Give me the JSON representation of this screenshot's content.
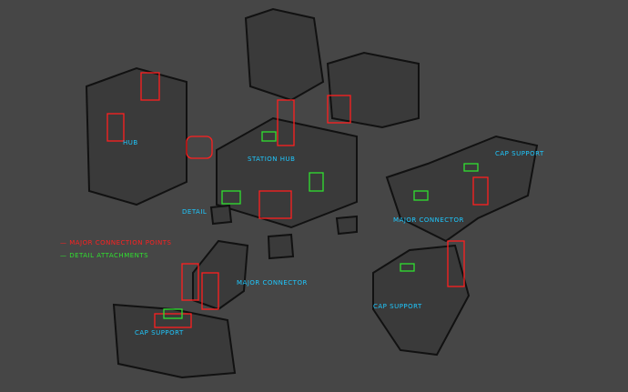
{
  "legend": {
    "major": "— MAJOR CONNECTION POINTS",
    "detail": "— DETAIL ATTACHMENTS"
  },
  "labels": {
    "hub": "HUB",
    "station_hub": "STATION HUB",
    "detail": "DETAIL",
    "major_connector_right": "MAJOR CONNECTOR",
    "major_connector_center": "MAJOR CONNECTOR",
    "cap_support_right": "CAP SUPPORT",
    "cap_support_bottom_right": "CAP SUPPORT",
    "cap_support_bottom_left": "CAP SUPPORT"
  },
  "colors": {
    "background": "#464646",
    "major": "#ff2020",
    "detail": "#30e030",
    "label": "#1ec8ff",
    "line": "#111111"
  }
}
